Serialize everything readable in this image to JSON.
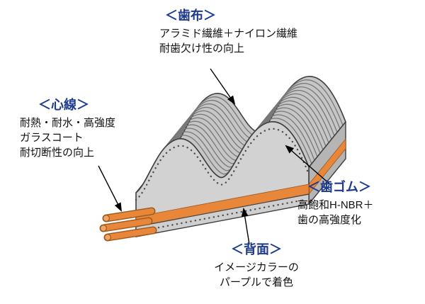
{
  "diagram": {
    "labels": {
      "tooth_fabric": {
        "title": "＜歯布＞",
        "lines": [
          "アラミド繊維＋ナイロン繊維",
          "耐歯欠け性の向上"
        ]
      },
      "core_wire": {
        "title": "＜心線＞",
        "lines": [
          "耐熱・耐水・高強度",
          "ガラスコート",
          "耐切断性の向上"
        ]
      },
      "tooth_rubber": {
        "title": "＜歯ゴム＞",
        "lines": [
          "高飽和H-NBR＋",
          "歯の高強度化"
        ]
      },
      "back_face": {
        "title": "＜背面＞",
        "lines": [
          "イメージカラーの",
          "パープルで着色"
        ]
      }
    },
    "colors": {
      "heading_blue": "#1d3a8f",
      "body_text": "#111111",
      "belt_top_gray": "#c6c6c6",
      "belt_face_gray": "#d2d2d2",
      "belt_end_gray": "#b5b5b5",
      "stripe_gray": "#787878",
      "cord_orange": "#e8863a",
      "cord_orange_dark": "#9a5a20",
      "outline": "#3f3f3f",
      "arrow_black": "#000000"
    }
  }
}
